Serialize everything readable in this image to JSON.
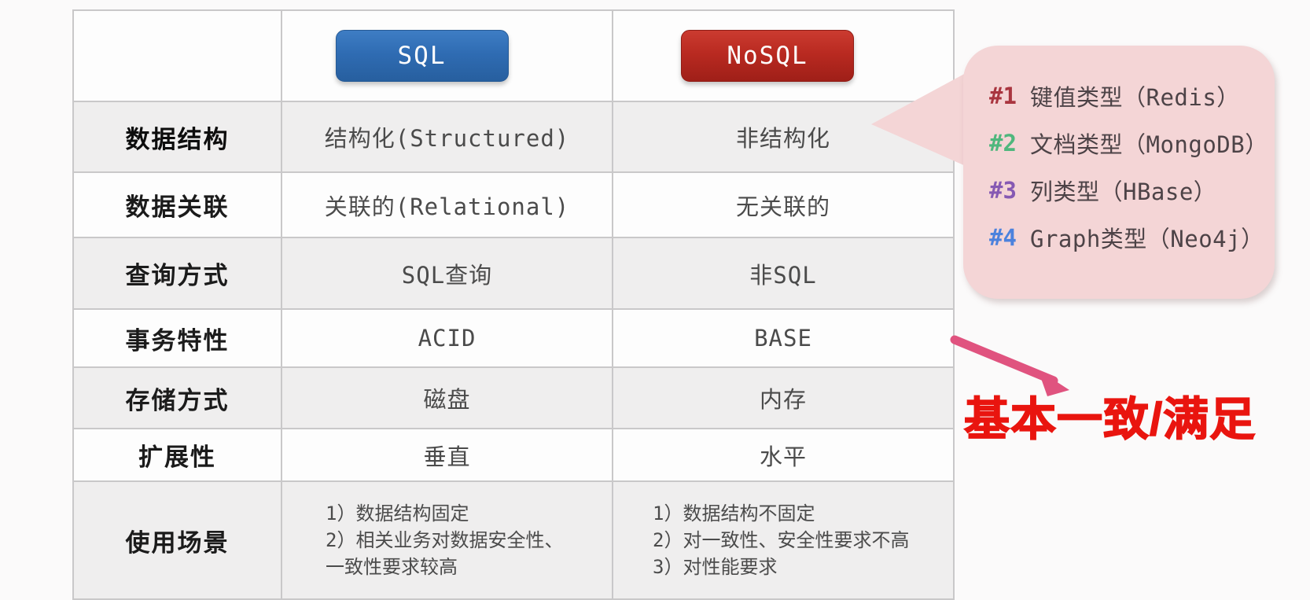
{
  "table": {
    "header": {
      "sql_label": "SQL",
      "nosql_label": "NoSQL"
    },
    "rows": [
      {
        "label": "数据结构",
        "sql": "结构化(Structured)",
        "nosql": "非结构化"
      },
      {
        "label": "数据关联",
        "sql": "关联的(Relational)",
        "nosql": "无关联的"
      },
      {
        "label": "查询方式",
        "sql": "SQL查询",
        "nosql": "非SQL"
      },
      {
        "label": "事务特性",
        "sql": "ACID",
        "nosql": "BASE"
      },
      {
        "label": "存储方式",
        "sql": "磁盘",
        "nosql": "内存"
      },
      {
        "label": "扩展性",
        "sql": "垂直",
        "nosql": "水平"
      },
      {
        "label": "使用场景",
        "sql_lines": [
          "1）数据结构固定",
          "2）相关业务对数据安全性、",
          "一致性要求较高"
        ],
        "nosql_lines": [
          "1）数据结构不固定",
          "2）对一致性、安全性要求不高",
          "3）对性能要求"
        ]
      }
    ]
  },
  "callout": {
    "bg_color": "#f4d5d6",
    "items": [
      {
        "num": "#1",
        "color": "#a9353f",
        "text": "键值类型（Redis）"
      },
      {
        "num": "#2",
        "color": "#4fb77d",
        "text": "文档类型（MongoDB）"
      },
      {
        "num": "#3",
        "color": "#8659b3",
        "text": "列类型（HBase）"
      },
      {
        "num": "#4",
        "color": "#4c82dd",
        "text": "Graph类型（Neo4j）"
      }
    ]
  },
  "annotation": {
    "text": "基本一致/满足",
    "text_color": "#e9150f",
    "arrow_color": "#e0537f"
  },
  "badges": {
    "sql_color": "#2f6cb3",
    "nosql_color": "#b92a21"
  }
}
